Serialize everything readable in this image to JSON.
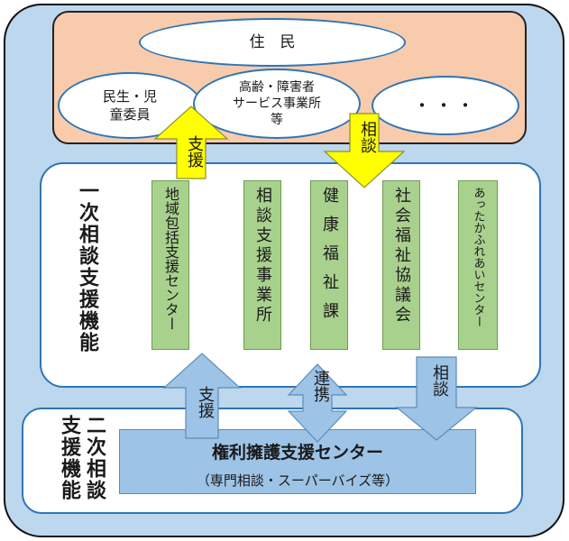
{
  "residents": {
    "top": "住　民",
    "left": "民生・児\n童委員",
    "middle": "高齢・障害者\nサービス事業所\n等",
    "right": "・・・"
  },
  "primary": {
    "label": "一次相談支援機能",
    "orgs": [
      "地域包括支援センター",
      "相談支援事業所",
      "健康福祉課",
      "社会福祉協議会",
      "あったかふれあいセンター"
    ]
  },
  "secondary": {
    "label_col1": "二次相談",
    "label_col2": "支援機能",
    "center_title": "権利擁護支援センター",
    "center_sub": "（専門相談・スーパーバイズ等）"
  },
  "arrows": {
    "support_up": "支援",
    "consult_down": "相談",
    "support_lower": "支援",
    "cooperation": "連携",
    "consult_lower": "相談"
  },
  "colors": {
    "frame_fill": "#bcd7ee",
    "residents_fill": "#f8cbad",
    "yellow_arrow": "#ffff00",
    "green_bar": "#a9d18e",
    "blue_arrow": "#9dc3e6"
  }
}
